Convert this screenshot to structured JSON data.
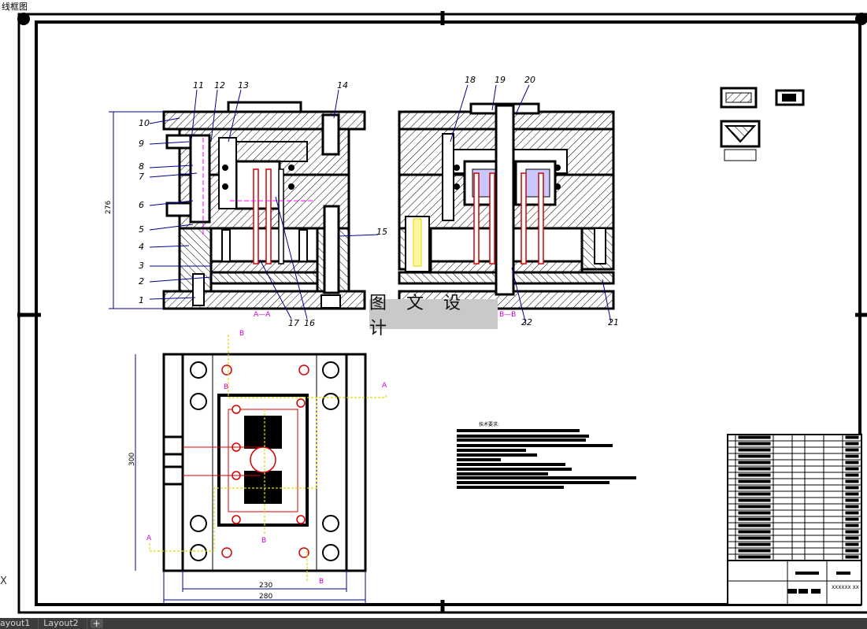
{
  "viewport": {
    "label": "线框图"
  },
  "watermark": {
    "text": "图 文 设 计"
  },
  "tabs": [
    {
      "label": "ayout1"
    },
    {
      "label": "Layout2"
    }
  ],
  "tab_add": {
    "label": "+"
  },
  "left_marker": {
    "glyph": "X"
  },
  "drawing": {
    "part_numbers": [
      "1",
      "2",
      "3",
      "4",
      "5",
      "6",
      "7",
      "8",
      "9",
      "10",
      "11",
      "12",
      "13",
      "14",
      "15",
      "16",
      "17",
      "18",
      "19",
      "20",
      "21",
      "22"
    ],
    "section_labels": {
      "aa": "A—A",
      "bb": "B—B",
      "a": "A",
      "b": "B"
    },
    "dimensions": {
      "height_section": "276",
      "height_plan": "300",
      "width_inner": "230",
      "width_outer": "280"
    },
    "tech_requirements_title": "技术要求:",
    "title_block_code": "XXXXXX XX",
    "line_color": "#000000",
    "accent_colors": {
      "centerline": "#ff00ff",
      "magenta": "#cc00cc",
      "yellow": "#e6d800",
      "red": "#d40000",
      "dimension": "#00008b"
    }
  }
}
